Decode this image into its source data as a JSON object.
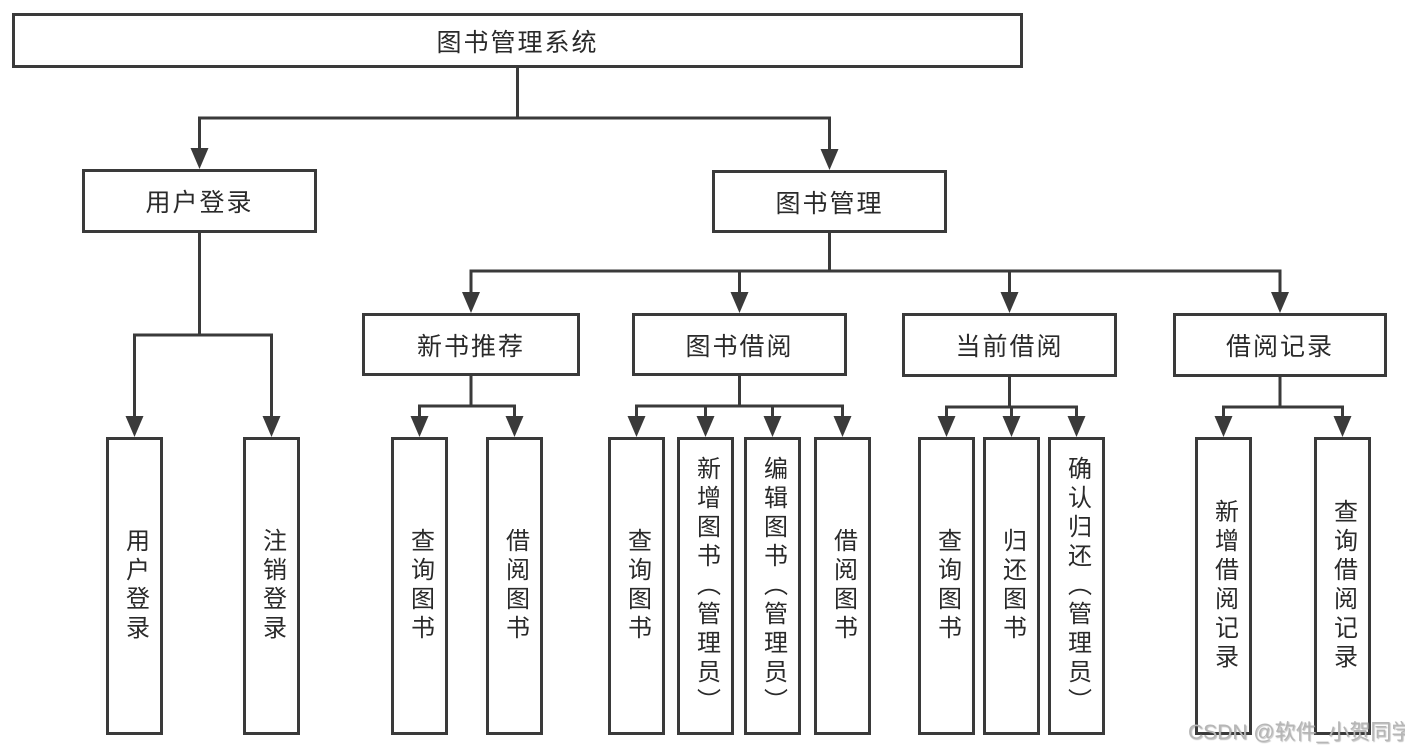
{
  "tree": {
    "label": "图书管理系统",
    "children": [
      {
        "label": "用户登录",
        "children": [
          {
            "label": "用户登录"
          },
          {
            "label": "注销登录"
          }
        ]
      },
      {
        "label": "图书管理",
        "children": [
          {
            "label": "新书推荐",
            "children": [
              {
                "label": "查询图书"
              },
              {
                "label": "借阅图书"
              }
            ]
          },
          {
            "label": "图书借阅",
            "children": [
              {
                "label": "查询图书"
              },
              {
                "label": "新增图书（管理员）"
              },
              {
                "label": "编辑图书（管理员）"
              },
              {
                "label": "借阅图书"
              }
            ]
          },
          {
            "label": "当前借阅",
            "children": [
              {
                "label": "查询图书"
              },
              {
                "label": "归还图书"
              },
              {
                "label": "确认归还（管理员）"
              }
            ]
          },
          {
            "label": "借阅记录",
            "children": [
              {
                "label": "新增借阅记录"
              },
              {
                "label": "查询借阅记录"
              }
            ]
          }
        ]
      }
    ]
  },
  "watermark": {
    "text": "CSDN @软件_小贺同学"
  },
  "colors": {
    "line": "#3a3a3a",
    "text": "#2a2a2a",
    "watermark": "#b6b6b6",
    "background": "#ffffff"
  }
}
